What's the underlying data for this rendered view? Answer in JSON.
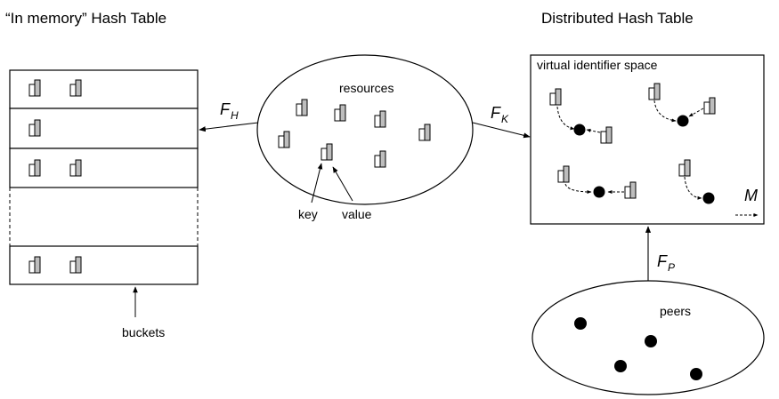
{
  "titles": {
    "in_memory": "“In memory” Hash Table",
    "distributed": "Distributed Hash Table"
  },
  "labels": {
    "resources": "resources",
    "key": "key",
    "value": "value",
    "buckets": "buckets",
    "virtual_space": "virtual identifier space",
    "peers": "peers",
    "M": "M"
  },
  "functions": {
    "fh": {
      "main": "F",
      "sub": "H"
    },
    "fk": {
      "main": "F",
      "sub": "K"
    },
    "fp": {
      "main": "F",
      "sub": "P"
    }
  }
}
